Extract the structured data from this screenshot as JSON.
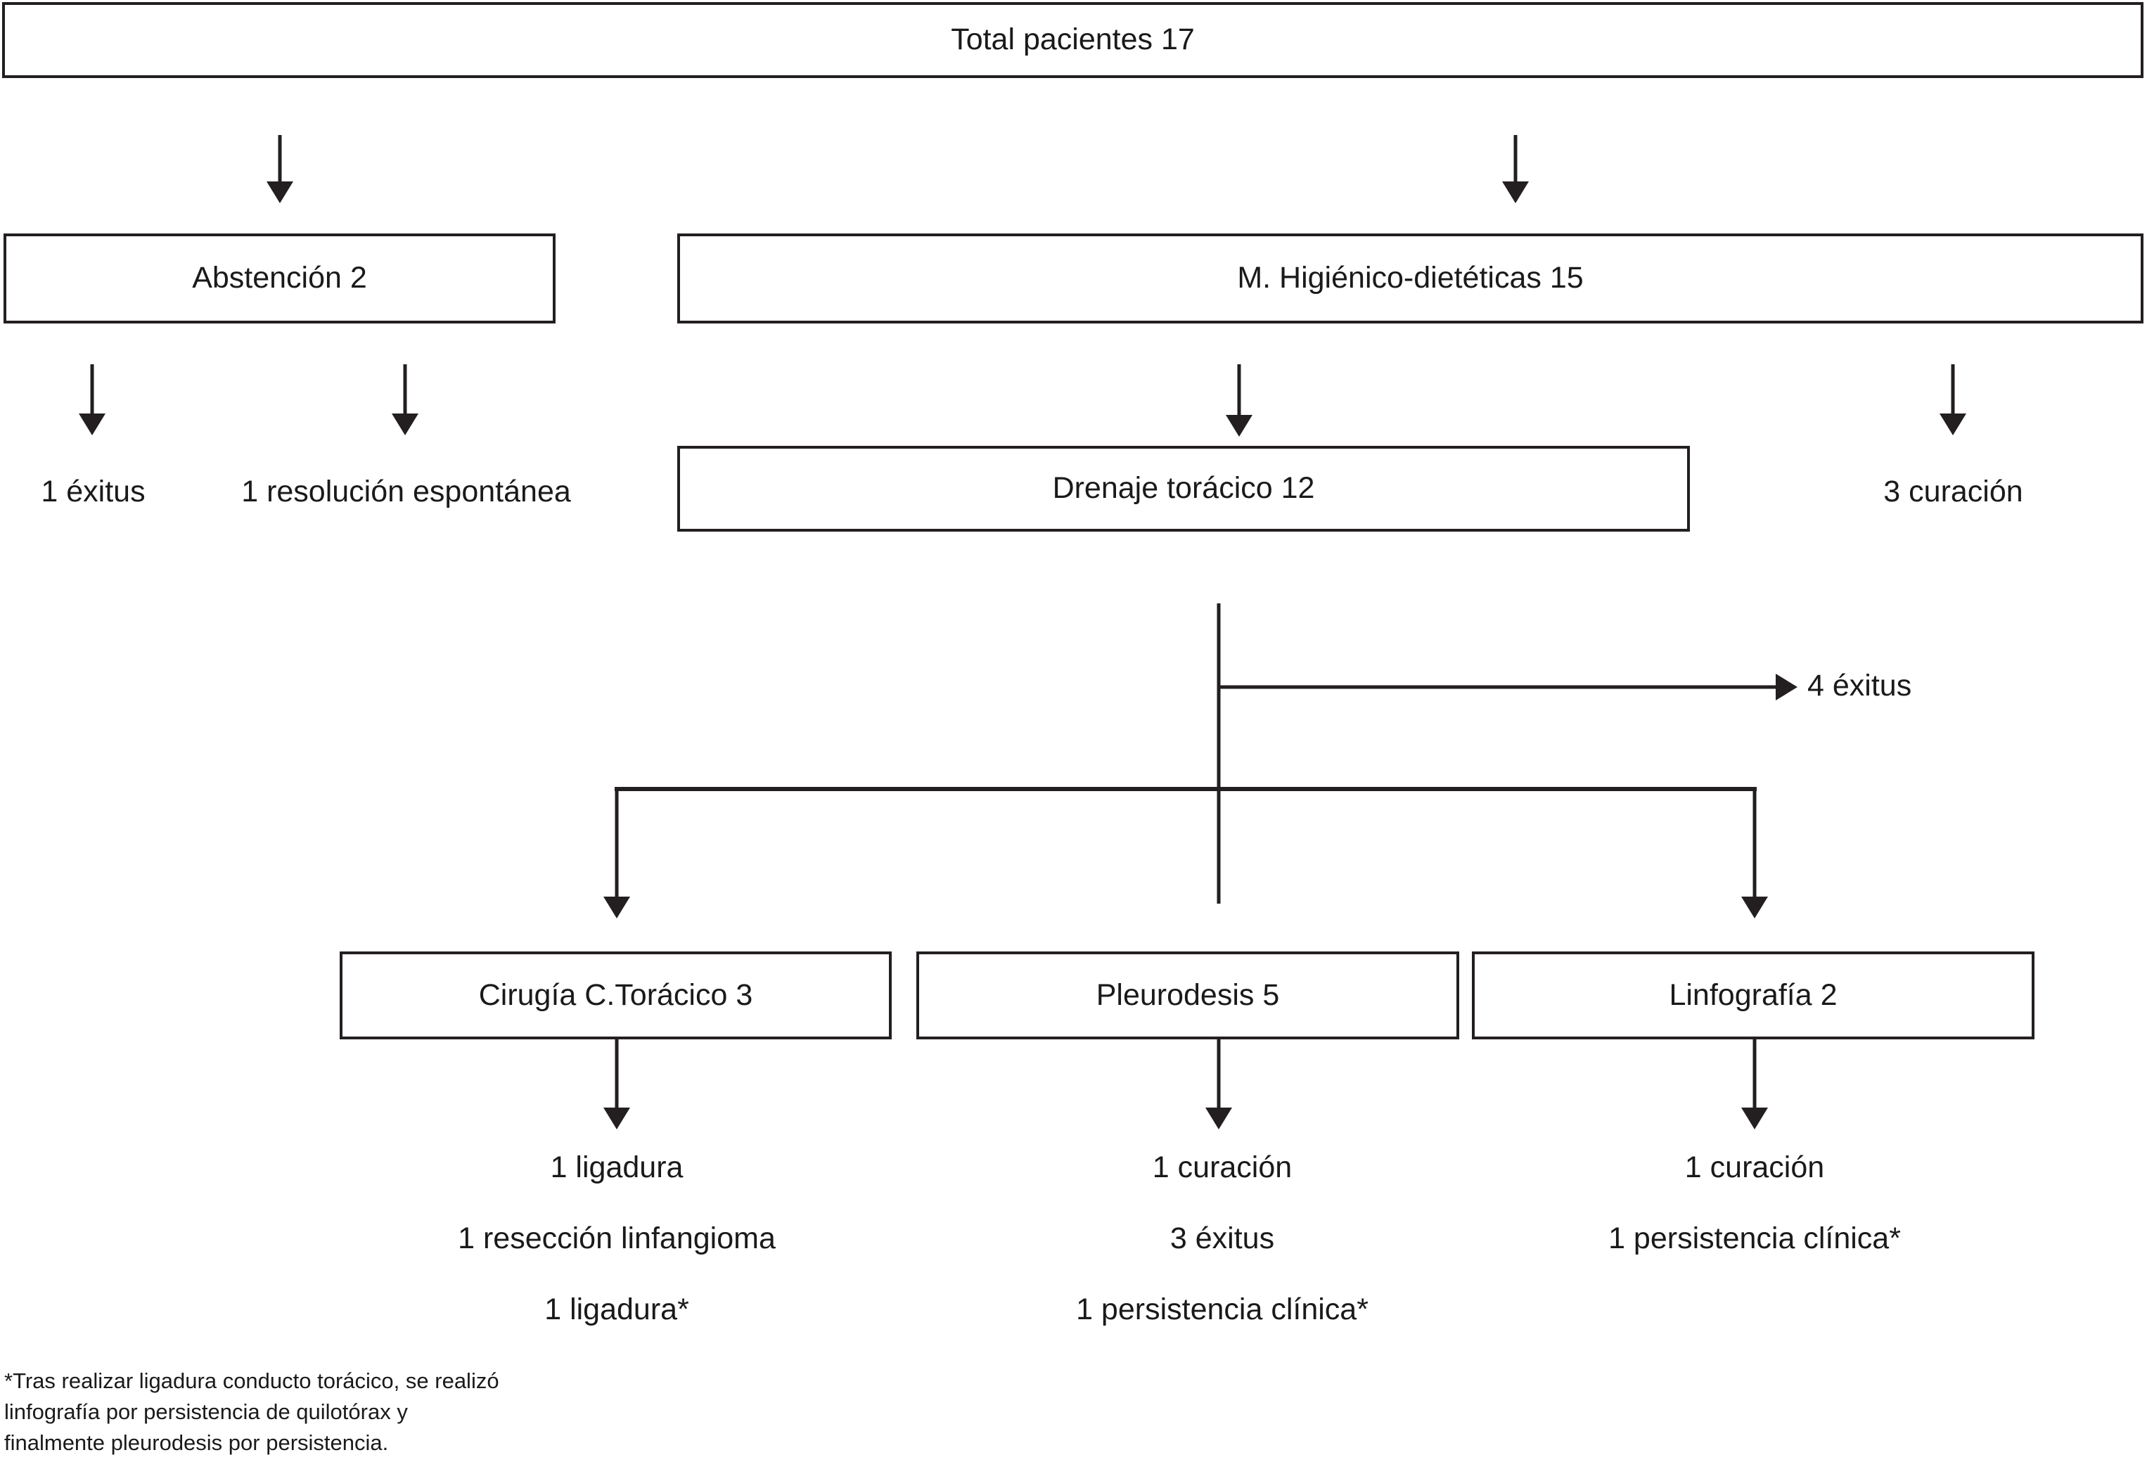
{
  "diagram": {
    "title": "Total pacientes 17",
    "root": {
      "label": "Total pacientes 17"
    },
    "level2": {
      "left": {
        "label": "Abstención 2"
      },
      "right": {
        "label": "M. Higiénico-dietéticas 15"
      }
    },
    "level3": {
      "abstencion_outcome_1": {
        "label": "1 éxitus"
      },
      "abstencion_outcome_2": {
        "label": "1 resolución espontánea"
      },
      "drenaje": {
        "label": "Drenaje torácico 12"
      },
      "curacion": {
        "label": "3 curación"
      }
    },
    "drenaje_branch": {
      "exitus": {
        "label": "4 éxitus"
      }
    },
    "level4": {
      "cirugia": {
        "label": "Cirugía C.Torácico 3"
      },
      "pleurodesis": {
        "label": "Pleurodesis 5"
      },
      "linfografia": {
        "label": "Linfografía 2"
      }
    },
    "outcomes": {
      "cirugia": [
        {
          "label": "1 ligadura"
        },
        {
          "label": "1 resección linfangioma"
        },
        {
          "label": "1 ligadura*"
        }
      ],
      "pleurodesis": [
        {
          "label": "1 curación"
        },
        {
          "label": "3 éxitus"
        },
        {
          "label": "1 persistencia clínica*"
        }
      ],
      "linfografia": [
        {
          "label": "1 curación"
        },
        {
          "label": "1 persistencia clínica*"
        }
      ]
    },
    "footnote": {
      "text": "*Tras realizar ligadura conducto torácico, se realizó\nlinfografía por persistencia de quilotórax y\nfinalmente pleurodesis por persistencia."
    },
    "colors": {
      "stroke": "#231f20",
      "text": "#1a1a1a",
      "background": "#ffffff"
    }
  }
}
